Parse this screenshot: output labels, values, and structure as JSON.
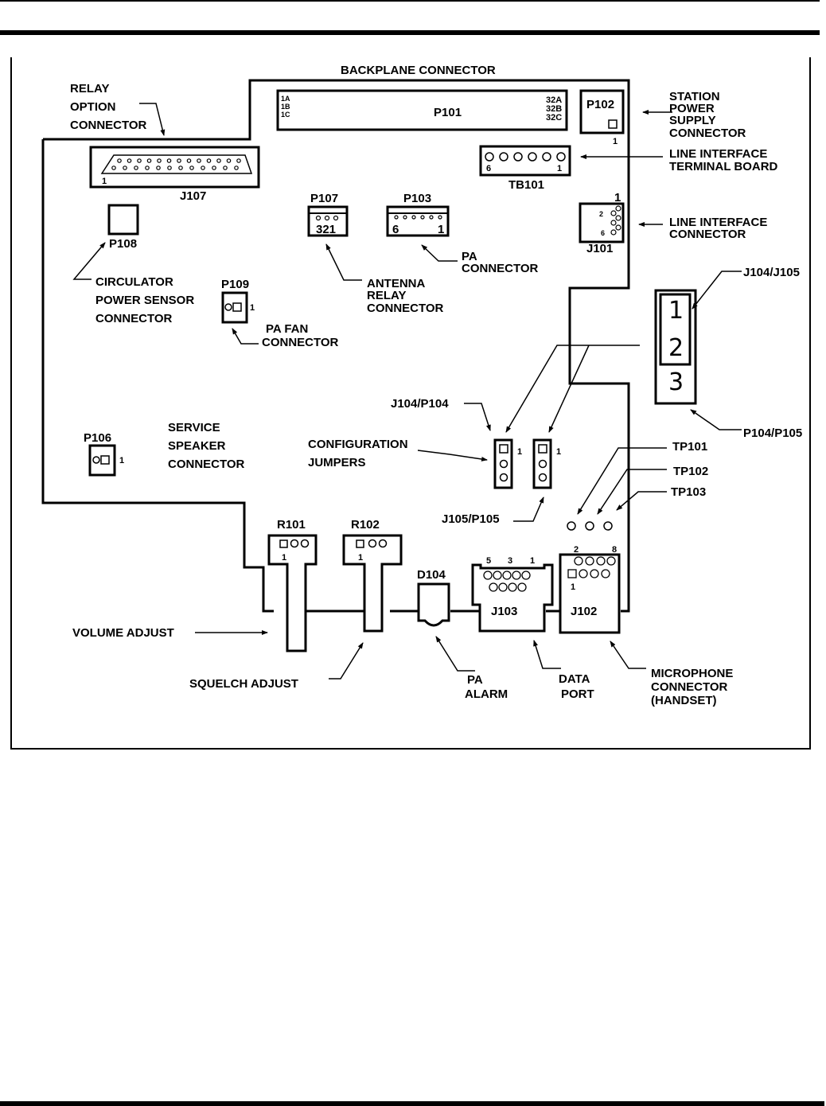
{
  "page": {
    "colors": {
      "ink": "#000000",
      "paper": "#ffffff"
    }
  },
  "diagram": {
    "title": "BACKPLANE CONNECTOR",
    "components": {
      "p101": {
        "name": "P101",
        "pins_left": [
          "1A",
          "1B",
          "1C"
        ],
        "pins_right": [
          "32A",
          "32B",
          "32C"
        ]
      },
      "p102": {
        "name": "P102",
        "pin": "1"
      },
      "tb101": {
        "name": "TB101",
        "pin_left": "6",
        "pin_right": "1"
      },
      "j107": {
        "name": "J107",
        "pin": "1"
      },
      "p108": {
        "name": "P108"
      },
      "p107": {
        "name": "P107",
        "pins": "321"
      },
      "p103": {
        "name": "P103",
        "pin_left": "6",
        "pin_right": "1"
      },
      "j101": {
        "name": "J101",
        "pin_top": "1",
        "pin_2": "2",
        "pin_6": "6"
      },
      "p109": {
        "name": "P109",
        "pin": "1"
      },
      "jp_block": {
        "digits": [
          "1",
          "2",
          "3"
        ]
      },
      "p106": {
        "name": "P106",
        "pin": "1"
      },
      "jumper1": {
        "pin": "1"
      },
      "jumper2": {
        "pin": "1"
      },
      "r101": {
        "name": "R101",
        "pin": "1"
      },
      "r102": {
        "name": "R102",
        "pin": "1"
      },
      "d104": {
        "name": "D104"
      },
      "j103": {
        "name": "J103",
        "pins": [
          "5",
          "3",
          "1"
        ]
      },
      "j102": {
        "name": "J102",
        "pin_2": "2",
        "pin_8": "8",
        "pin_1": "1"
      }
    },
    "callouts": {
      "relay_option": [
        "RELAY",
        "OPTION",
        "CONNECTOR"
      ],
      "station_power": [
        "STATION",
        "POWER",
        "SUPPLY",
        "CONNECTOR"
      ],
      "line_interface_tb": [
        "LINE INTERFACE",
        "TERMINAL BOARD"
      ],
      "line_interface_conn": [
        "LINE INTERFACE",
        "CONNECTOR"
      ],
      "circulator": [
        "CIRCULATOR",
        "POWER SENSOR",
        "CONNECTOR"
      ],
      "antenna_relay": [
        "ANTENNA",
        "RELAY",
        "CONNECTOR"
      ],
      "pa_connector": [
        "PA",
        "CONNECTOR"
      ],
      "pa_fan": [
        "PA FAN",
        "CONNECTOR"
      ],
      "j104_j105": "J104/J105",
      "p104_p105": "P104/P105",
      "j104_p104": "J104/P104",
      "config_jumpers": [
        "CONFIGURATION",
        "JUMPERS"
      ],
      "j105_p105": "J105/P105",
      "service_speaker": [
        "SERVICE",
        "SPEAKER",
        "CONNECTOR"
      ],
      "tp101": "TP101",
      "tp102": "TP102",
      "tp103": "TP103",
      "volume_adjust": "VOLUME ADJUST",
      "squelch_adjust": "SQUELCH ADJUST",
      "pa_alarm": [
        "PA",
        "ALARM"
      ],
      "data_port": [
        "DATA",
        "PORT"
      ],
      "microphone": [
        "MICROPHONE",
        "CONNECTOR",
        "(HANDSET)"
      ]
    }
  }
}
